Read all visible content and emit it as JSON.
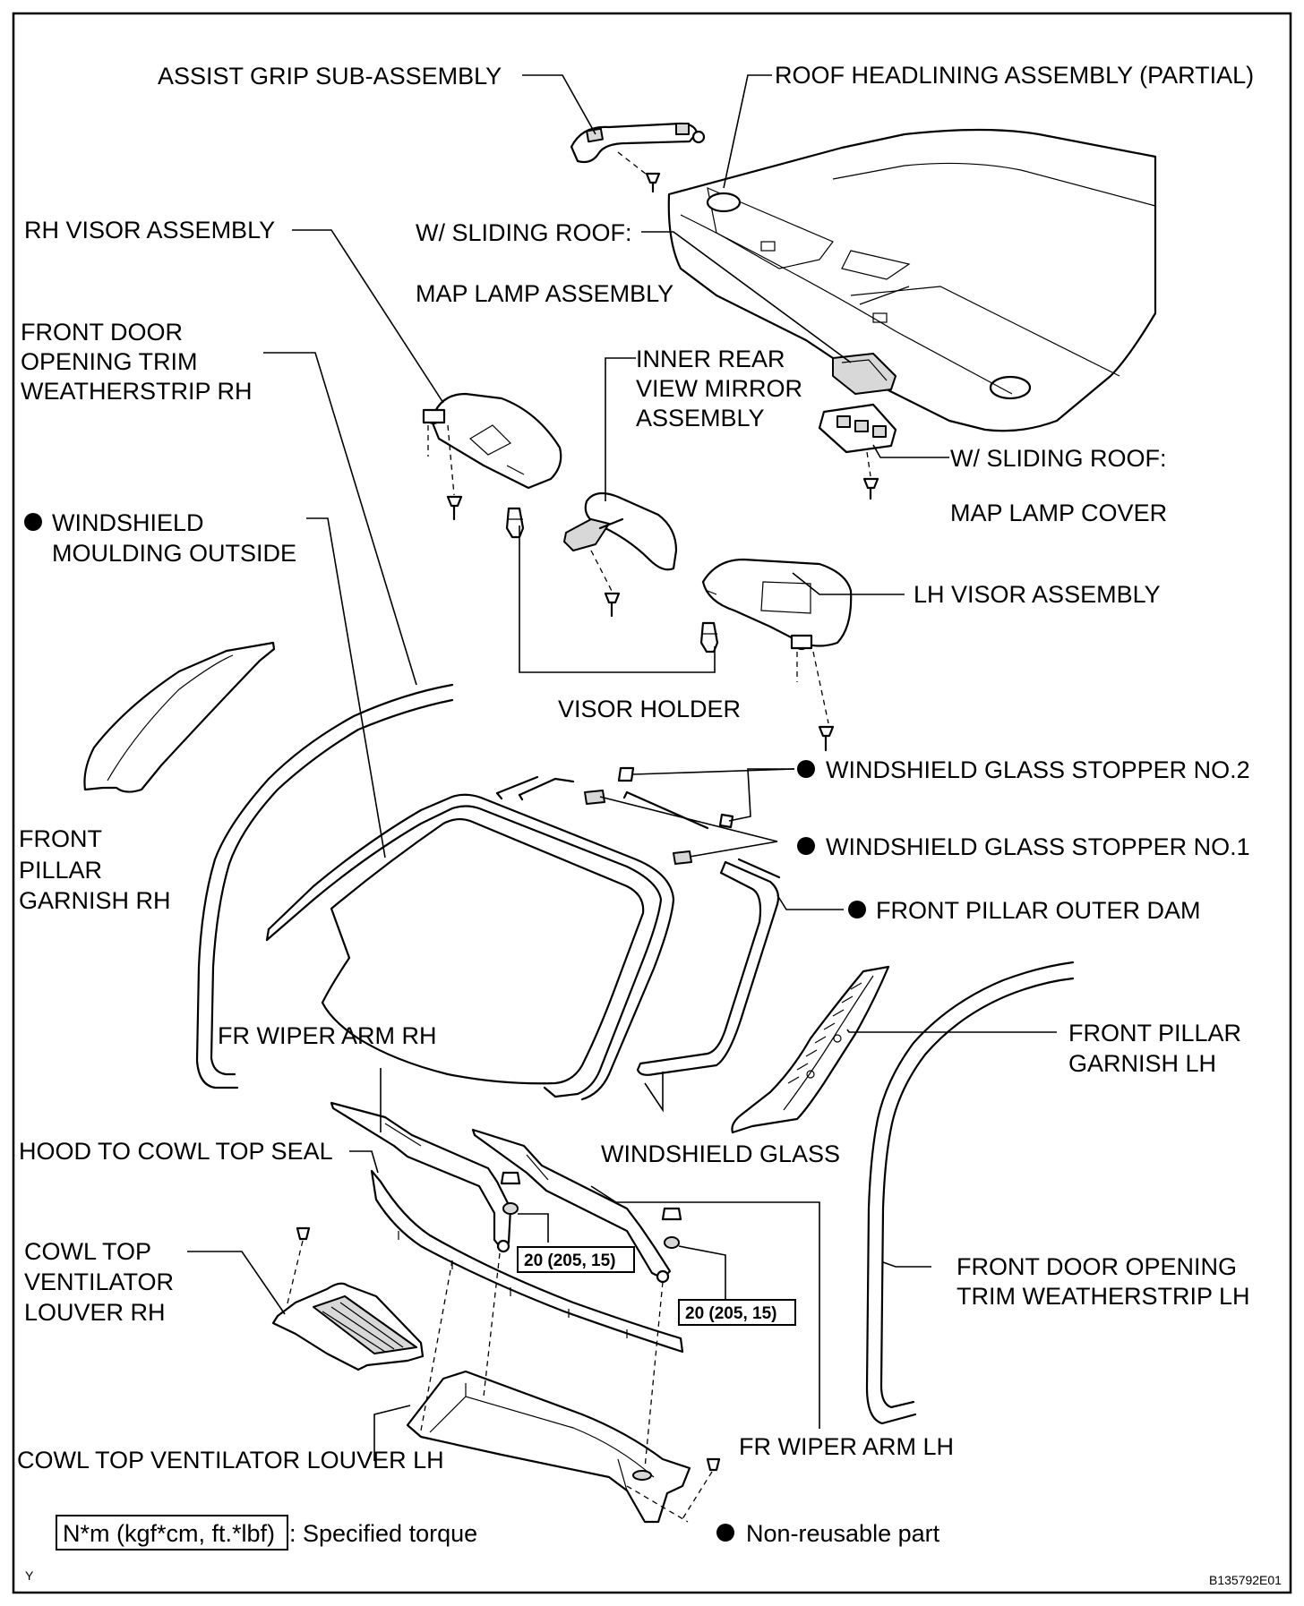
{
  "labels": {
    "assist_grip": "ASSIST GRIP SUB-ASSEMBLY",
    "roof_headlining": "ROOF HEADLINING ASSEMBLY  (PARTIAL)",
    "rh_visor": "RH VISOR ASSEMBLY",
    "sliding_roof_1": "W/ SLIDING ROOF:",
    "map_lamp_assembly": "MAP LAMP ASSEMBLY",
    "front_door_trim_rh_1": "FRONT DOOR",
    "front_door_trim_rh_2": "OPENING TRIM",
    "front_door_trim_rh_3": "WEATHERSTRIP RH",
    "inner_mirror_1": "INNER REAR",
    "inner_mirror_2": "VIEW MIRROR",
    "inner_mirror_3": "ASSEMBLY",
    "sliding_roof_2": "W/ SLIDING ROOF:",
    "map_lamp_cover": "MAP LAMP COVER",
    "windshield_moulding_1": "WINDSHIELD",
    "windshield_moulding_2": "MOULDING OUTSIDE",
    "lh_visor": "LH VISOR ASSEMBLY",
    "visor_holder": "VISOR HOLDER",
    "stopper_no2": "WINDSHIELD GLASS STOPPER NO.2",
    "front_pillar_garnish_rh_1": "FRONT",
    "front_pillar_garnish_rh_2": "PILLAR",
    "front_pillar_garnish_rh_3": "GARNISH RH",
    "stopper_no1": "WINDSHIELD GLASS STOPPER NO.1",
    "front_pillar_outer_dam": "FRONT PILLAR OUTER DAM",
    "fr_wiper_arm_rh": "FR WIPER ARM RH",
    "front_pillar_garnish_lh_1": "FRONT PILLAR",
    "front_pillar_garnish_lh_2": "GARNISH LH",
    "hood_cowl_seal": "HOOD TO COWL TOP SEAL",
    "windshield_glass": "WINDSHIELD GLASS",
    "cowl_louver_rh_1": "COWL TOP",
    "cowl_louver_rh_2": "VENTILATOR",
    "cowl_louver_rh_3": "LOUVER RH",
    "front_door_trim_lh_1": "FRONT DOOR OPENING",
    "front_door_trim_lh_2": "TRIM WEATHERSTRIP LH",
    "torque_1": "20 (205, 15)",
    "torque_2": "20 (205, 15)",
    "cowl_louver_lh": "COWL TOP VENTILATOR LOUVER LH",
    "fr_wiper_arm_lh": "FR WIPER ARM LH"
  },
  "legend": {
    "torque_unit": "N*m (kgf*cm, ft.*lbf)",
    "torque_desc": ": Specified torque",
    "non_reusable": "Non-reusable part"
  },
  "footer": {
    "left_code": "Y",
    "figure_id": "B135792E01"
  }
}
